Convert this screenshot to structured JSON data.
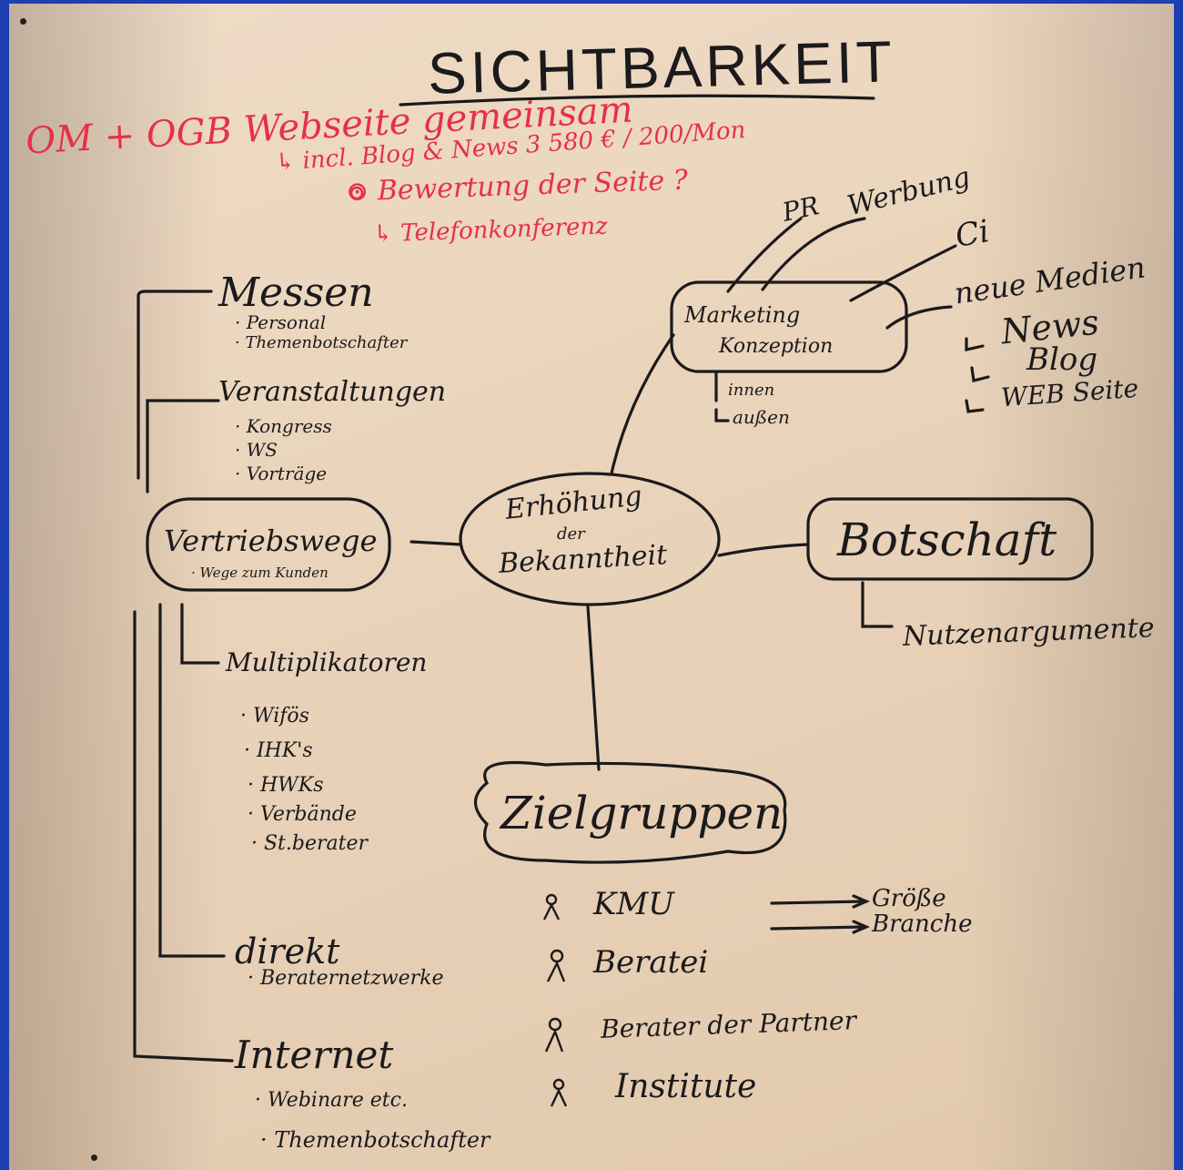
{
  "title": "SICHTBARKEIT",
  "header_notes": {
    "line1": "OM + OGB Webseite gemeinsam",
    "line2": "↳ incl. Blog & News 3 580 € / 200/Mon",
    "line3": "⊙ Bewertung der Seite ?",
    "line4": "↳ Telefonkonferenz"
  },
  "center": {
    "line1": "Erhöhung",
    "line2": "der",
    "line3": "Bekanntheit"
  },
  "marketing": {
    "line1": "Marketing",
    "line2": "Konzeption",
    "branches": [
      "PR",
      "Werbung",
      "Ci"
    ],
    "sub": [
      "innen",
      "außen"
    ]
  },
  "neue_medien": {
    "heading": "neue Medien",
    "items": [
      "News",
      "Blog",
      "WEB Seite"
    ]
  },
  "botschaft": {
    "label": "Botschaft",
    "sub": "Nutzenargumente"
  },
  "zielgruppen": {
    "label": "Zielgruppen",
    "items": [
      "KMU",
      "Beratei",
      "Berater der Partner",
      "Institute"
    ],
    "kmu_arrows": [
      "Größe",
      "Branche"
    ]
  },
  "vertriebswege": {
    "label": "Vertriebswege",
    "sub": "· Wege zum Kunden"
  },
  "left_branches": {
    "messen": {
      "heading": "Messen",
      "items": [
        "· Personal",
        "· Themenbotschafter"
      ]
    },
    "veranstaltungen": {
      "heading": "Veranstaltungen",
      "items": [
        "· Kongress",
        "· WS",
        "· Vorträge"
      ]
    },
    "multiplikatoren": {
      "heading": "Multiplikatoren",
      "items": [
        "· Wifös",
        "· IHK's",
        "· HWKs",
        "· Verbände",
        "· St.berater"
      ]
    },
    "direkt": {
      "heading": "direkt",
      "items": [
        "· Beraternetzwerke"
      ]
    },
    "internet": {
      "heading": "Internet",
      "items": [
        "· Webinare etc.",
        "· Themenbotschafter"
      ]
    }
  },
  "colors": {
    "ink": "#1b1a1c",
    "red_marker": "#e6304a",
    "paper": "#ead5bc",
    "board": "#1d3fb0"
  }
}
